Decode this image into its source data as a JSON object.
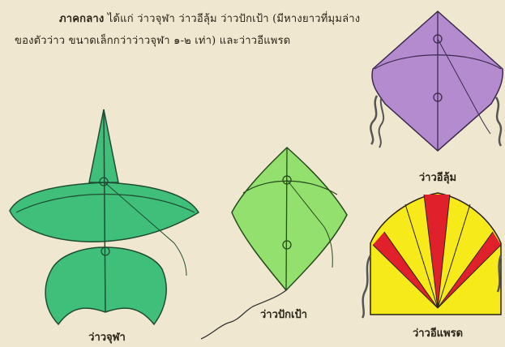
{
  "intro": {
    "lead": "ภาคกลาง",
    "body": " ได้แก่ ว่าวจุฬา ว่าวอีลุ้ม ว่าวปักเป้า (มีหางยาวที่มุมล่างของตัวว่าว ขนาดเล็กกว่าว่าวจุฬา ๑-๒ เท่า) และว่าวอีแพรด"
  },
  "kites": [
    {
      "caption": "ว่าวจุฬา",
      "color": "#3fbf7a"
    },
    {
      "caption": "ว่าวปักเป้า",
      "color": "#93e06f"
    },
    {
      "caption": "ว่าวอีลุ้ม",
      "color": "#b58bd0"
    },
    {
      "caption": "ว่าวอีแพรด",
      "color": "#f7ea1a"
    }
  ],
  "accent": "#e0202a"
}
